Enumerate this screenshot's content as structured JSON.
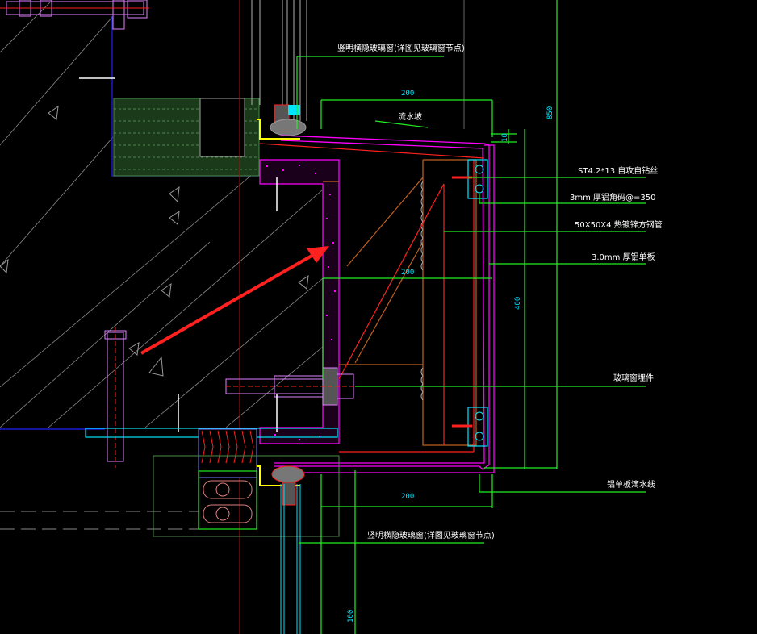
{
  "drawing": {
    "type": "CAD section detail - aluminum panel cladding at window head/sill",
    "colors": {
      "background": "#000000",
      "leader": "#22ee22",
      "dimension_text": "#00e5ff",
      "label_text": "#ffffff",
      "panel": "#ff00ff",
      "steel": "#c06020",
      "red_line": "#ff2020",
      "arrow": "#ff2020",
      "insulation": "#4a8a4a",
      "concrete_hatch": "#9a9a9a",
      "bracket": "#00e5ff",
      "window_frame": "#b0b0b0"
    },
    "labels": {
      "window_top": "竖明横隐玻璃窗(详图见玻璃窗节点)",
      "window_bottom": "竖明横隐玻璃窗(详图见玻璃窗节点)",
      "slope": "流水坡",
      "screw": "ST4.2*13  自攻自钻丝",
      "angle": "3mm  厚铝角码@=350",
      "steel_tube": "50X50X4  热镀锌方钢管",
      "panel": "3.0mm  厚铝单板",
      "embed": "玻璃窗埋件",
      "drip": "铝单板滴水线"
    },
    "dimensions": {
      "top_width": "200",
      "mid_width": "200",
      "bottom_width": "200",
      "total_height": "850",
      "small_gap": "10",
      "panel_height": "400",
      "bottom_partial": "100"
    }
  }
}
